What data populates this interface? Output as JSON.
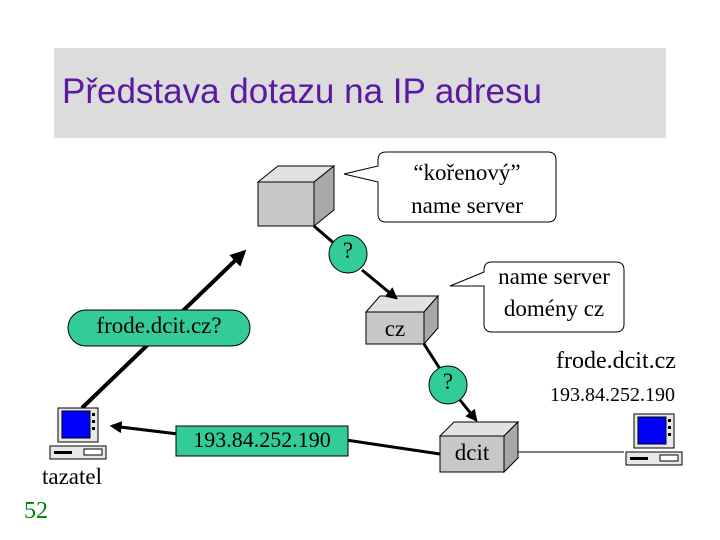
{
  "title": "Představa dotazu na IP adresu",
  "slide_number": "52",
  "colors": {
    "title_text": "#5a1aa0",
    "title_background": "#dcdcdc",
    "bubble_fill": "#33cc99",
    "server_box": "#c8c8c8",
    "slide_number": "#008000"
  },
  "root_server": {
    "callout_line1": "“kořenový”",
    "callout_line2": "name server",
    "question_mark": "?"
  },
  "cz_server": {
    "label": "cz",
    "callout_line1": "name server",
    "callout_line2": "domény cz",
    "question_mark": "?"
  },
  "dcit_server": {
    "label": "dcit"
  },
  "query_bubble": "frode.dcit.cz?",
  "answer_box": "193.84.252.190",
  "requester": {
    "label": "tazatel"
  },
  "target_host": {
    "hostname": "frode.dcit.cz",
    "ip": "193.84.252.190"
  }
}
